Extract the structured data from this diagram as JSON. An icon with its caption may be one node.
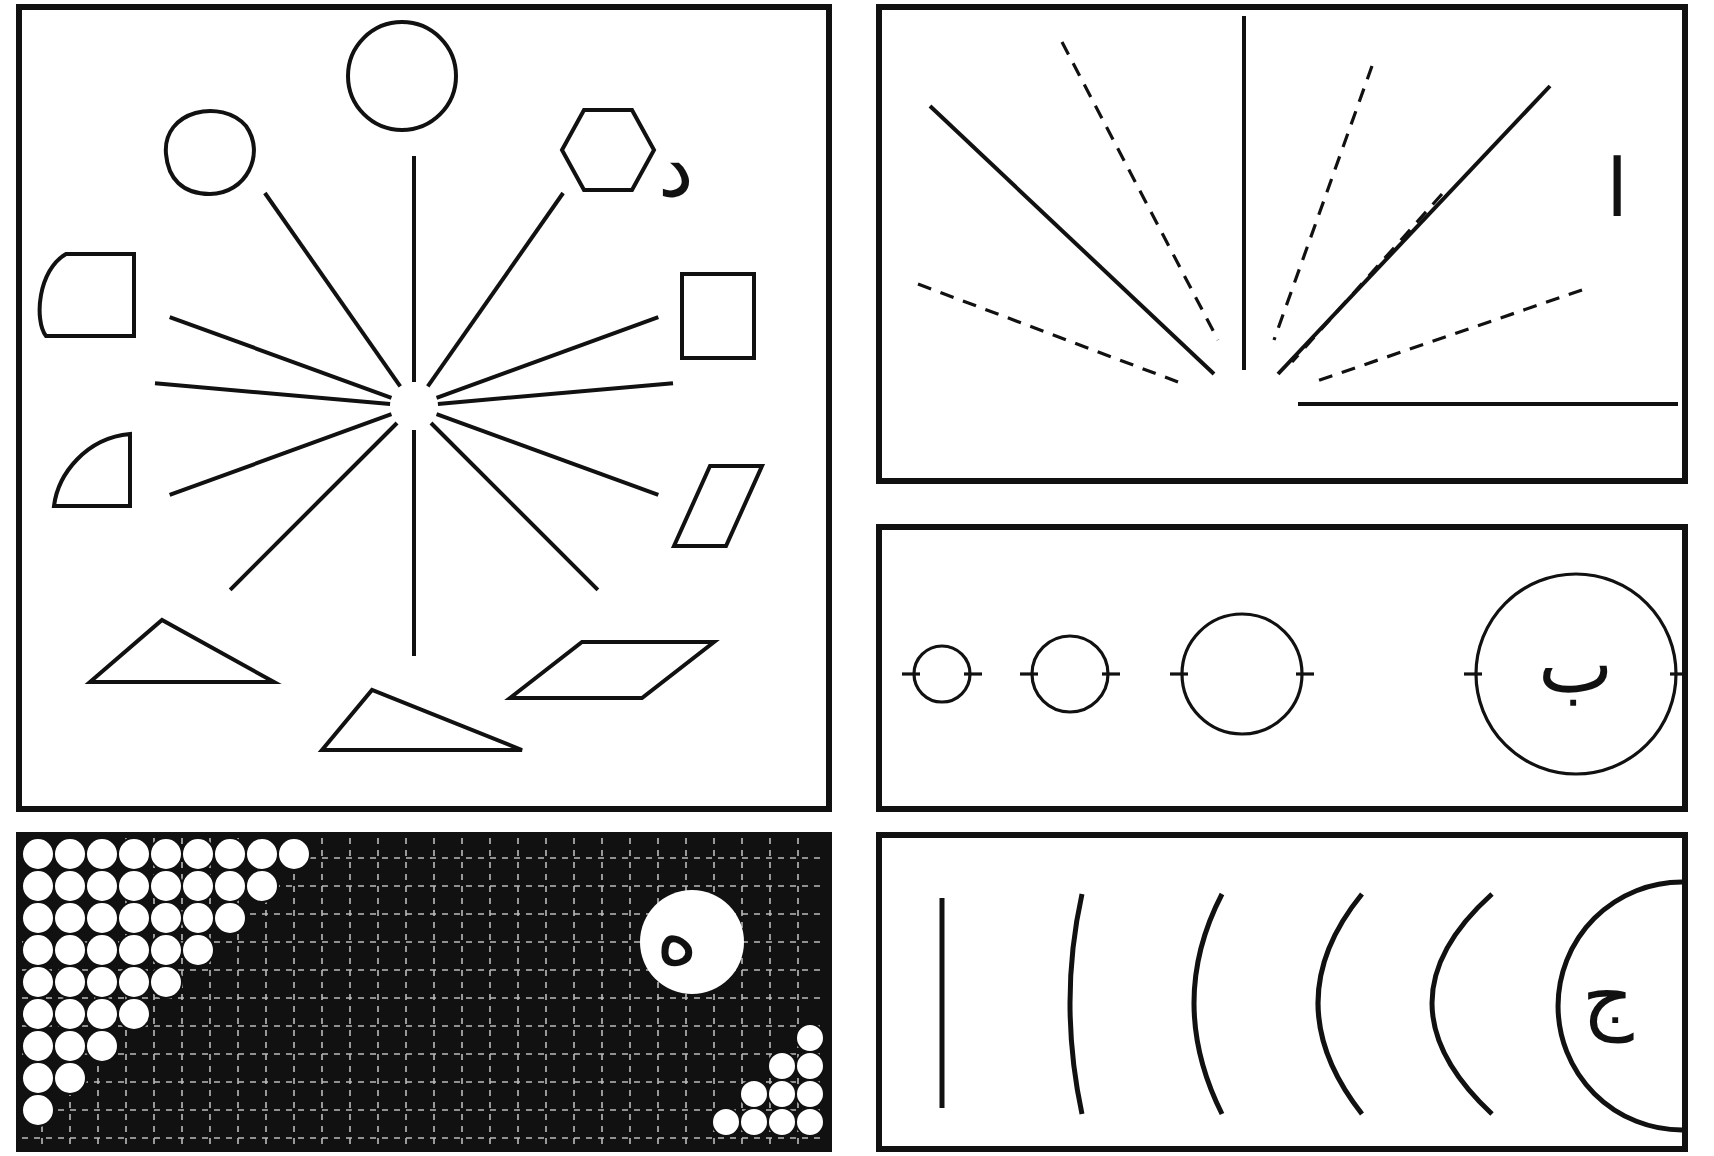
{
  "diagram": {
    "nodes": [
      {
        "text": [
          "د"
        ]
      },
      {
        "text": [
          "ا"
        ]
      },
      {
        "text": [
          "ب"
        ]
      },
      {
        "text": [
          "ج"
        ]
      },
      {
        "text": [
          "ه"
        ]
      }
    ]
  }
}
